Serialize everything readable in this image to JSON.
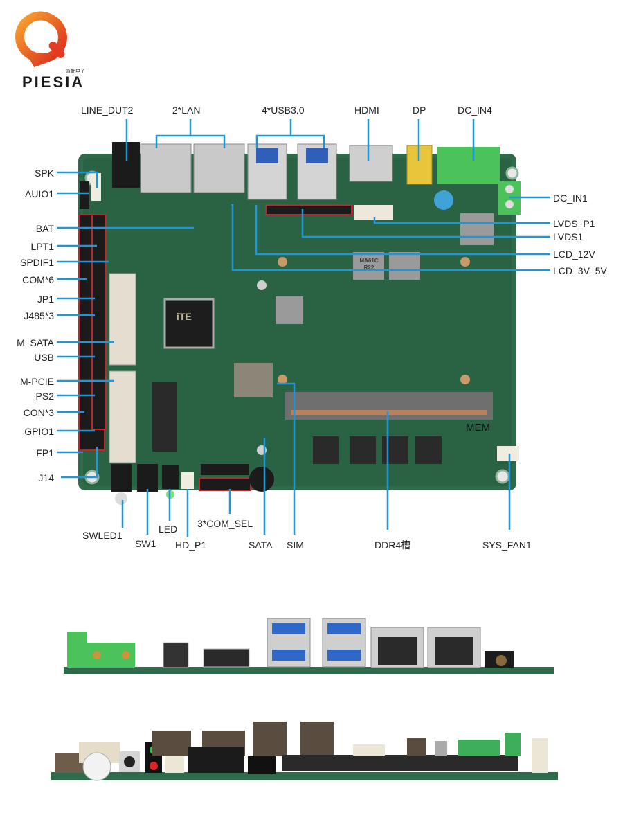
{
  "brand": {
    "name": "PIESIA",
    "chinese_name": "派勤电子"
  },
  "colors": {
    "leader": "#1e96d8",
    "pcb": "#2f6b4a",
    "pcb_dark": "#24543a",
    "header_red": "#c0262a",
    "terminal_green": "#4cc25a"
  },
  "top_labels": {
    "line_out2": "LINE_DUT2",
    "lan": "2*LAN",
    "usb30": "4*USB3.0",
    "hdmi": "HDMI",
    "dp": "DP",
    "dc_in4": "DC_IN4"
  },
  "left_labels": [
    "SPK",
    "AUIO1",
    "BAT",
    "LPT1",
    "SPDIF1",
    "COM*6",
    "JP1",
    "J485*3",
    "M_SATA",
    "USB",
    "M-PCIE",
    "PS2",
    "CON*3",
    "GPIO1",
    "FP1",
    "J14"
  ],
  "right_labels": [
    "DC_IN1",
    "LVDS_P1",
    "LVDS1",
    "LCD_12V",
    "LCD_3V_5V"
  ],
  "bottom_labels": {
    "swled1": "SWLED1",
    "sw1": "SW1",
    "led": "LED",
    "hd_p1": "HD_P1",
    "com_sel": "3*COM_SEL",
    "sata": "SATA",
    "sim": "SIM",
    "ddr4": "DDR4槽",
    "sys_fan1": "SYS_FAN1"
  },
  "board_markings": {
    "mem": "MEM",
    "chip": "iTE",
    "inductor": "MA61C R22"
  }
}
